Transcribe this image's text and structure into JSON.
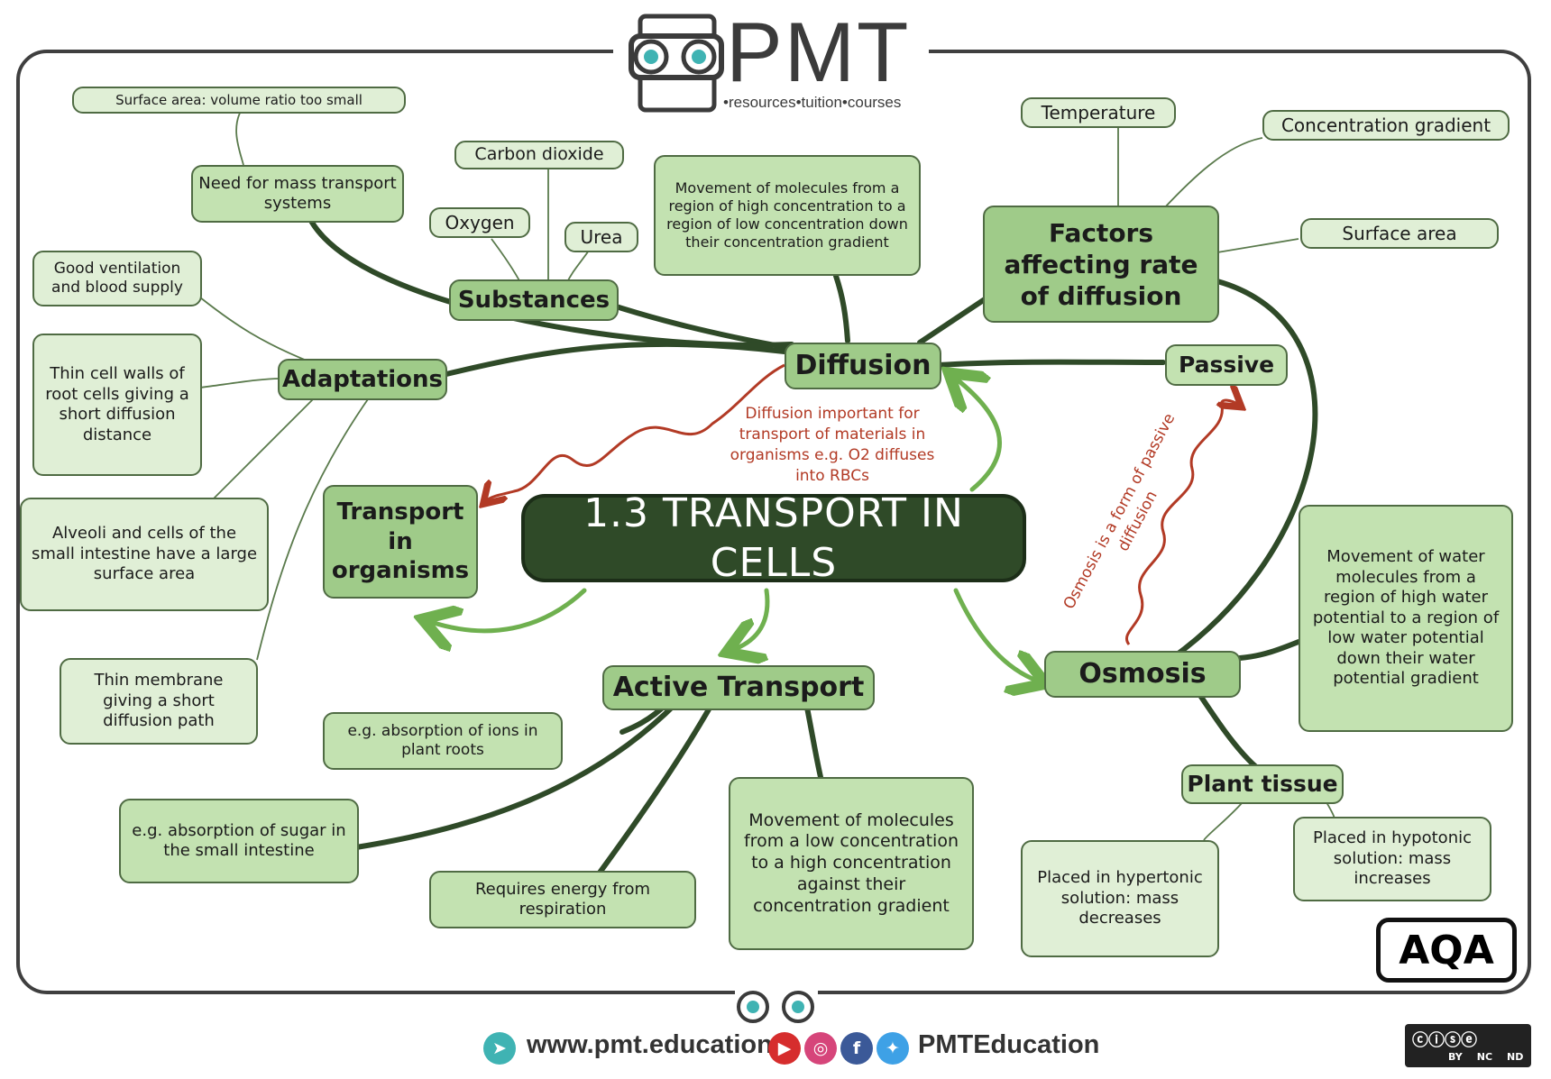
{
  "logo": {
    "title": "PMT",
    "subtitle": "•resources•tuition•courses"
  },
  "center": {
    "title": "1.3 TRANSPORT IN CELLS"
  },
  "diffusion": {
    "label": "Diffusion",
    "definition": "Movement of molecules from a region of high concentration to a region of low concentration down their concentration gradient",
    "passive": "Passive",
    "substances": {
      "label": "Substances",
      "items": [
        "Carbon dioxide",
        "Oxygen",
        "Urea"
      ]
    },
    "factors": {
      "label": "Factors affecting rate of diffusion",
      "items": [
        "Temperature",
        "Concentration gradient",
        "Surface area"
      ]
    },
    "adaptations": {
      "label": "Adaptations",
      "items": [
        "Good ventilation and blood supply",
        "Thin cell walls of root cells giving a short diffusion distance",
        "Alveoli and cells of the small intestine have a large surface area",
        "Thin membrane giving a short diffusion path"
      ]
    },
    "mass_transport": {
      "label": "Need for mass transport systems",
      "reason": "Surface area: volume ratio too small"
    }
  },
  "transport_in_organisms": {
    "label": "Transport in organisms"
  },
  "active_transport": {
    "label": "Active Transport",
    "example_ions": "e.g. absorption of ions in plant roots",
    "example_sugar": "e.g. absorption of sugar in the small intestine",
    "energy": "Requires energy from respiration",
    "definition": "Movement of molecules from a low concentration to a high concentration against their concentration gradient"
  },
  "osmosis": {
    "label": "Osmosis",
    "definition": "Movement of water molecules from a region of high water potential to a region of low water potential down their water potential gradient",
    "plant_tissue": {
      "label": "Plant tissue",
      "hypotonic": "Placed in hypotonic solution: mass increases",
      "hypertonic": "Placed in hypertonic solution: mass decreases"
    }
  },
  "notes": {
    "diffusion_importance": "Diffusion important for transport of materials in organisms e.g. O2 diffuses into RBCs",
    "osmosis_passive": "Osmosis is a form of passive diffusion"
  },
  "board": "AQA",
  "footer": {
    "website": "www.pmt.education",
    "social_handle": "PMTEducation",
    "license": [
      "BY",
      "NC",
      "ND"
    ]
  },
  "colors": {
    "dark_green": "#2f4a28",
    "mid_green": "#9fcb89",
    "light_green": "#c3e2b1",
    "pale_green": "#e0efd6",
    "note_red": "#b23a25",
    "arrow_green": "#6fb04f"
  }
}
